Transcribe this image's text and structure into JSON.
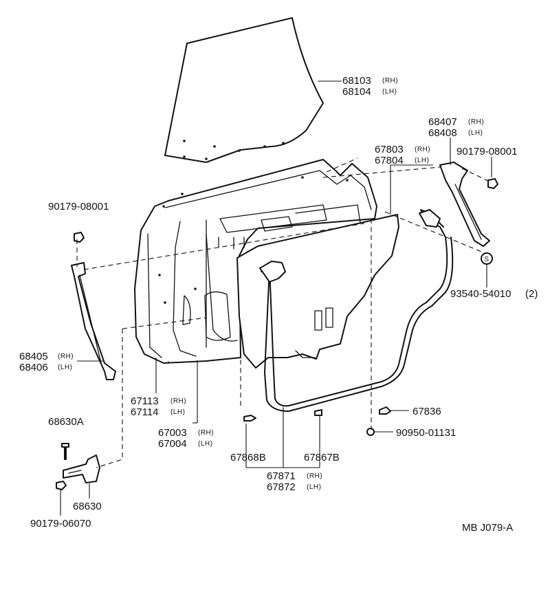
{
  "labels": {
    "glass_rh": "68103",
    "glass_lh": "68104",
    "reg_rh": "68407",
    "reg_lh": "68408",
    "bolt_top_right": "90179-08001",
    "cover_rh": "67803",
    "cover_lh": "67804",
    "bolt_top_left": "90179-08001",
    "clip_s": "93540-54010",
    "clip_s_qty": "(2)",
    "reg_left_rh": "68405",
    "reg_left_lh": "68406",
    "panel_rh": "67113",
    "panel_lh": "67114",
    "door_rh": "67003",
    "door_lh": "67004",
    "hinge_bolt": "68630A",
    "hinge": "68630",
    "hinge_nut": "90179-06070",
    "clip_67836": "67836",
    "plug": "90950-01131",
    "clip_67868b": "67868B",
    "clip_67867b": "67867B",
    "weather_rh": "67871",
    "weather_lh": "67872",
    "ref_code": "MB J079-A",
    "s_mark": "S",
    "rh": "(RH)",
    "lh": "(LH)"
  }
}
